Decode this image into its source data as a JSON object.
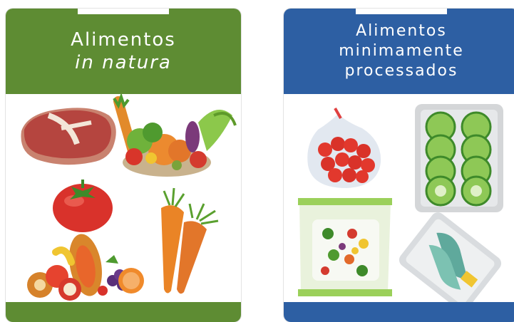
{
  "cards": [
    {
      "title_line1": "Alimentos",
      "title_line2": "in natura",
      "header_color": "#5e8c33",
      "items": [
        "steak-icon",
        "vegetables-pile-icon",
        "tomato-icon",
        "fruits-pile-icon",
        "carrots-icon"
      ]
    },
    {
      "title_line1": "Alimentos",
      "title_line2": "minimamente",
      "title_line3": "processados",
      "header_color": "#2d5fa3",
      "items": [
        "cherry-tomatoes-bag-icon",
        "cucumber-tray-icon",
        "frozen-vegetables-bag-icon",
        "bok-choy-tray-icon"
      ]
    }
  ]
}
